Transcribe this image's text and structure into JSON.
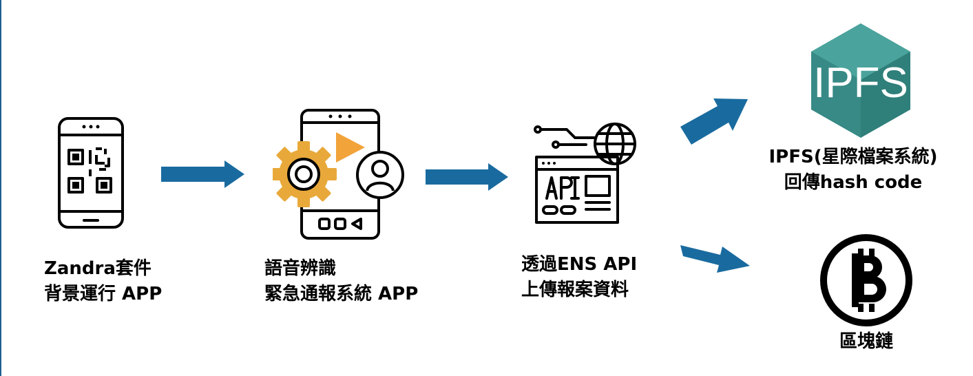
{
  "colors": {
    "arrow": "#196b9f",
    "ink": "#000000",
    "gear": "#e8a93a",
    "play": "#f2a33a",
    "ipfs_teal": "#2f8d87"
  },
  "steps": [
    {
      "line1": "Zandra套件",
      "line2": "背景運行 APP",
      "icon": "qr-phone-icon"
    },
    {
      "line1": "語音辨識",
      "line2": "緊急通報系統 APP",
      "icon": "settings-phone-icon"
    },
    {
      "line1": "透過ENS API",
      "line2": "上傳報案資料",
      "icon": "api-globe-icon"
    }
  ],
  "outputs": [
    {
      "line1": "IPFS(星際檔案系統)",
      "line2": "回傳hash code",
      "icon": "ipfs-logo-icon",
      "logo_text": "IPFS"
    },
    {
      "line1": "區塊鏈",
      "icon": "bitcoin-icon"
    }
  ]
}
